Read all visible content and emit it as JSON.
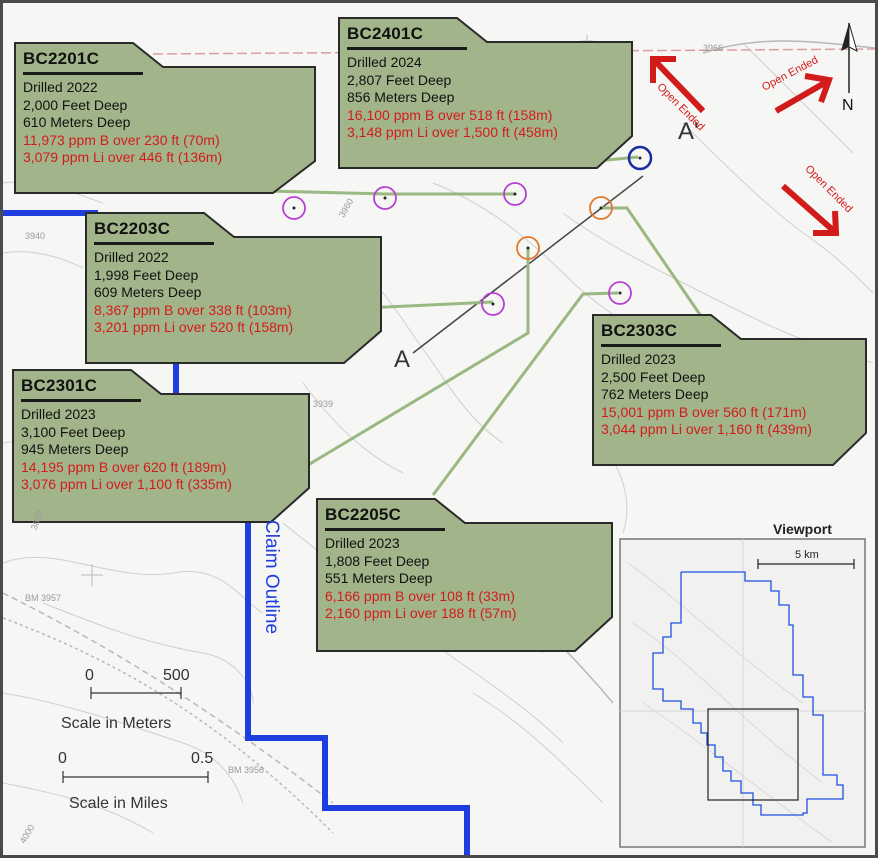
{
  "holes": [
    {
      "id": "BC2201C",
      "lines": [
        {
          "text": "Drilled 2022",
          "red": false
        },
        {
          "text": "2,000 Feet Deep",
          "red": false
        },
        {
          "text": "610 Meters Deep",
          "red": false
        },
        {
          "text": "11,973 ppm B over 230 ft (70m)",
          "red": true
        },
        {
          "text": "3,079 ppm Li over 446 ft (136m)",
          "red": true
        }
      ]
    },
    {
      "id": "BC2401C",
      "lines": [
        {
          "text": "Drilled 2024",
          "red": false
        },
        {
          "text": "2,807 Feet Deep",
          "red": false
        },
        {
          "text": "856 Meters Deep",
          "red": false
        },
        {
          "text": "16,100 ppm B over 518 ft (158m)",
          "red": true
        },
        {
          "text": "3,148 ppm Li over 1,500 ft (458m)",
          "red": true
        }
      ]
    },
    {
      "id": "BC2203C",
      "lines": [
        {
          "text": "Drilled 2022",
          "red": false
        },
        {
          "text": "1,998 Feet Deep",
          "red": false
        },
        {
          "text": "609 Meters Deep",
          "red": false
        },
        {
          "text": "8,367 ppm B over 338 ft (103m)",
          "red": true
        },
        {
          "text": "3,201 ppm Li over 520 ft (158m)",
          "red": true
        }
      ]
    },
    {
      "id": "BC2301C",
      "lines": [
        {
          "text": "Drilled 2023",
          "red": false
        },
        {
          "text": "3,100 Feet Deep",
          "red": false
        },
        {
          "text": "945 Meters Deep",
          "red": false
        },
        {
          "text": "14,195 ppm B over 620 ft (189m)",
          "red": true
        },
        {
          "text": "3,076 ppm Li over 1,100 ft (335m)",
          "red": true
        }
      ]
    },
    {
      "id": "BC2303C",
      "lines": [
        {
          "text": "Drilled 2023",
          "red": false
        },
        {
          "text": "2,500 Feet Deep",
          "red": false
        },
        {
          "text": "762 Meters Deep",
          "red": false
        },
        {
          "text": "15,001 ppm B over 560 ft (171m)",
          "red": true
        },
        {
          "text": "3,044 ppm Li over 1,160 ft (439m)",
          "red": true
        }
      ]
    },
    {
      "id": "BC2205C",
      "lines": [
        {
          "text": "Drilled 2023",
          "red": false
        },
        {
          "text": "1,808 Feet Deep",
          "red": false
        },
        {
          "text": "551 Meters Deep",
          "red": false
        },
        {
          "text": "6,166 ppm B over 108 ft (33m)",
          "red": true
        },
        {
          "text": "2,160 ppm Li over 188 ft (57m)",
          "red": true
        }
      ]
    }
  ],
  "section": {
    "start": "A",
    "end": "A'"
  },
  "north_label": "N",
  "open_ended_label": "Open Ended",
  "claim_label": "Claim Outline",
  "scale_meters": {
    "start": "0",
    "end": "500",
    "label": "Scale in Meters"
  },
  "scale_miles": {
    "start": "0",
    "end": "0.5",
    "label": "Scale in Miles"
  },
  "viewport": {
    "title": "Viewport",
    "scale_label": "5 km"
  },
  "topo_labels": [
    "3966",
    "3940",
    "3960",
    "3939",
    "3850",
    "BM 3957",
    "BM 3956",
    "4000"
  ],
  "colors": {
    "callout_fill": "#a2b58a",
    "callout_stroke": "#2a2a2a",
    "highlight_red": "#d21c1c",
    "claim_blue": "#1f3ee0",
    "leader_green": "#9ab882",
    "circle_purple": "#b640d4",
    "circle_orange": "#e07a2a",
    "circle_navy": "#1a2aa0"
  }
}
